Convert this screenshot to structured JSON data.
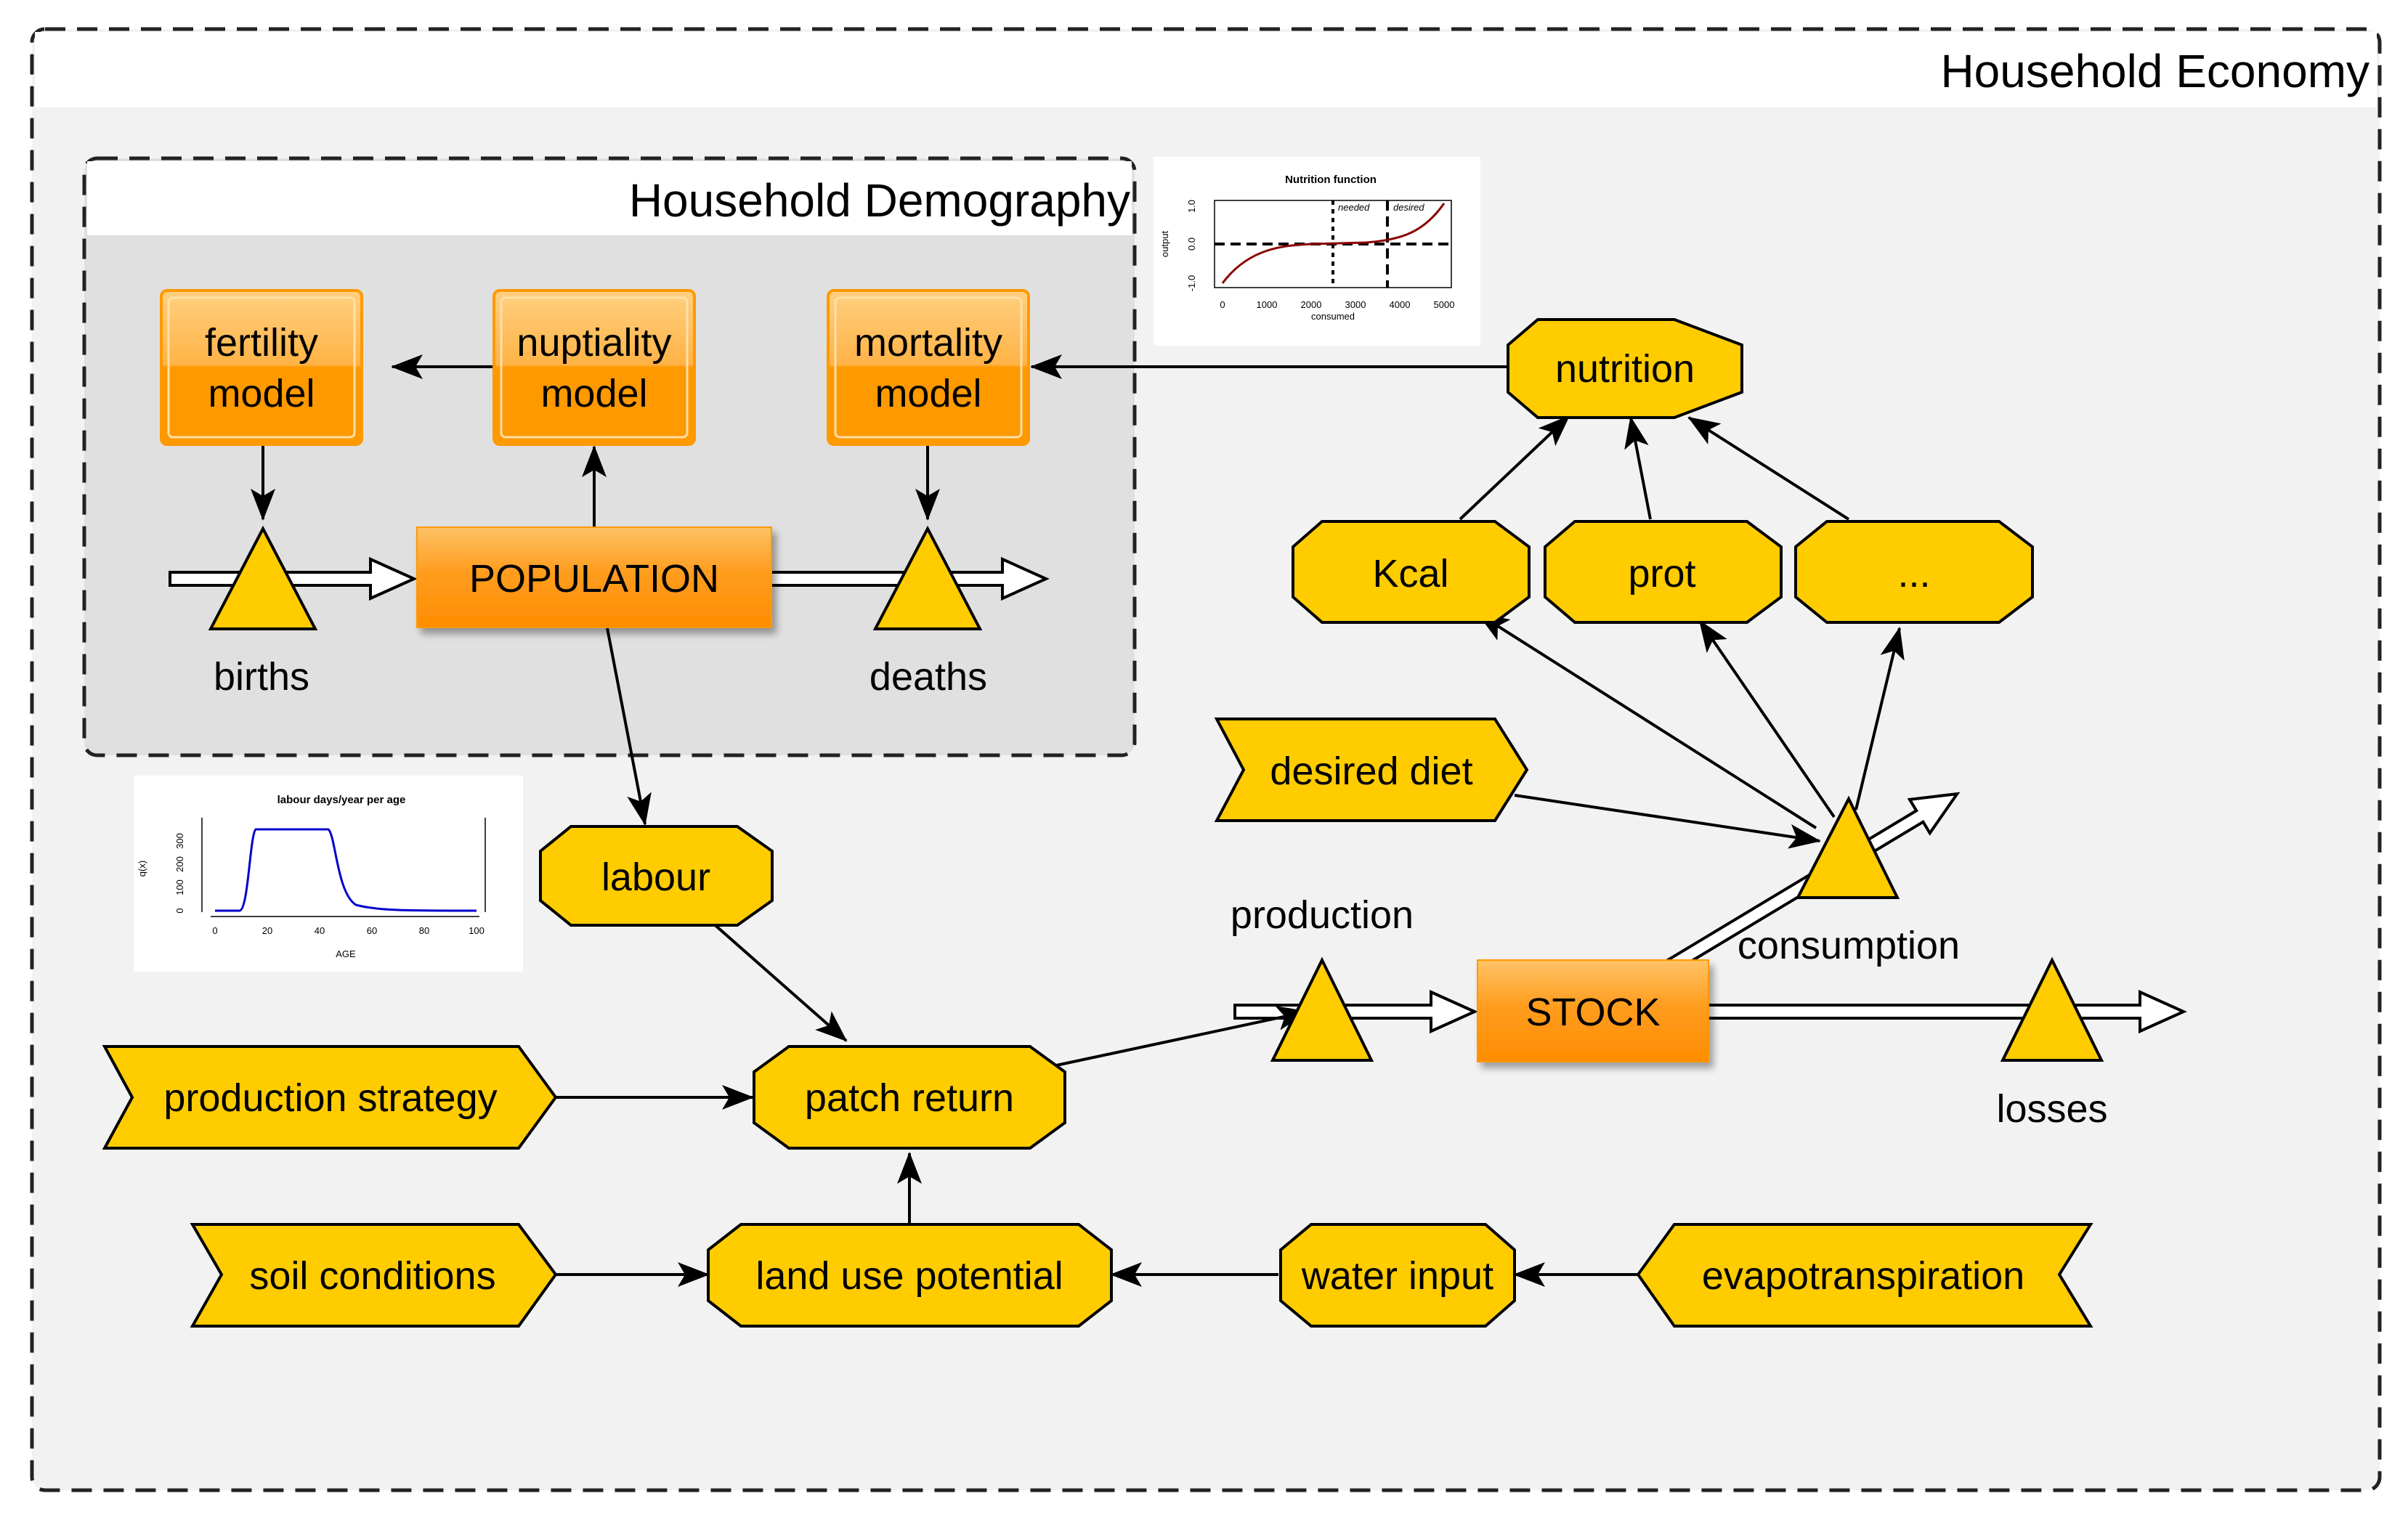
{
  "containers": {
    "economy_title": "Household Economy",
    "demography_title": "Household Demography"
  },
  "nodes": {
    "fertility": [
      "fertility",
      "model"
    ],
    "nuptiality": [
      "nuptiality",
      "model"
    ],
    "mortality": [
      "mortality",
      "model"
    ],
    "population": "POPULATION",
    "births": "births",
    "deaths": "deaths",
    "nutrition": "nutrition",
    "kcal": "Kcal",
    "prot": "prot",
    "more": "...",
    "desired_diet": "desired diet",
    "consumption": "consumption",
    "production": "production",
    "stock": "STOCK",
    "losses": "losses",
    "labour": "labour",
    "production_strategy": "production strategy",
    "patch_return": "patch return",
    "soil_conditions": "soil conditions",
    "land_use_potential": "land use potential",
    "water_input": "water input",
    "evapotranspiration": "evapotranspiration"
  },
  "colors": {
    "node_fill": "#FFCC00",
    "model_fill": "#FF9900",
    "container_fill": "#F2F2F2",
    "demography_fill": "#E0E0E0"
  },
  "inset_nutrition": {
    "title": "Nutrition function",
    "ylabel": "output",
    "xlabel": "consumed",
    "yticks": [
      "1.0",
      "0.0",
      "-1.0"
    ],
    "xticks": [
      "0",
      "1000",
      "2000",
      "3000",
      "4000",
      "5000"
    ],
    "annot_needed": "needed",
    "annot_desired": "desired"
  },
  "inset_labour": {
    "title": "labour days/year per age",
    "ylabel": "q(x)",
    "xlabel": "AGE",
    "yticks": [
      "300",
      "200",
      "100",
      "0"
    ],
    "xticks": [
      "0",
      "20",
      "40",
      "60",
      "80",
      "100"
    ]
  }
}
